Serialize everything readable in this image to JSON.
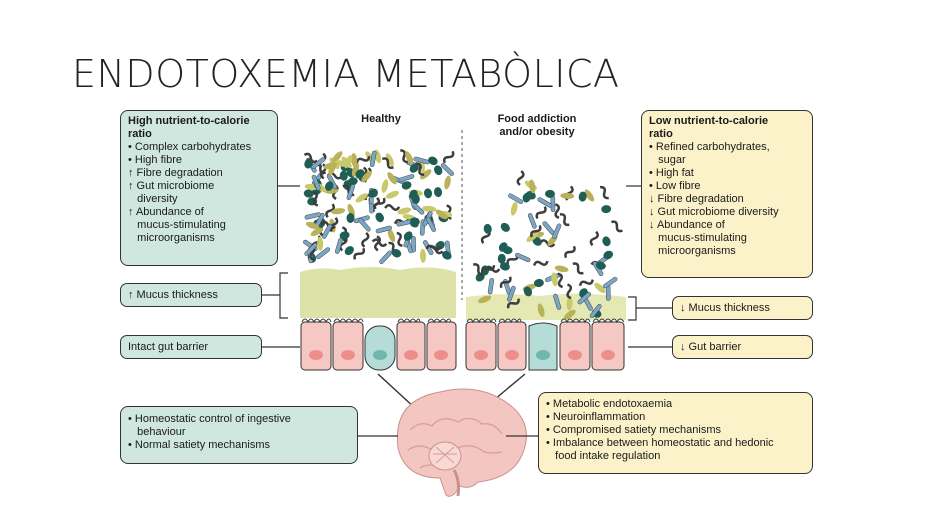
{
  "slide": {
    "title": "ENDOTOXEMIA METABÒLICA"
  },
  "columns": {
    "healthy": "Healthy",
    "obese_line1": "Food addiction",
    "obese_line2": "and/or obesity"
  },
  "left_top_box": {
    "head1": "High nutrient-to-calorie",
    "head2": "ratio",
    "lines": [
      "• Complex carbohydrates",
      "• High fibre",
      "↑ Fibre degradation",
      "↑ Gut microbiome",
      "   diversity",
      "↑ Abundance of",
      "   mucus-stimulating",
      "   microorganisms"
    ]
  },
  "right_top_box": {
    "head1": "Low nutrient-to-calorie",
    "head2": "ratio",
    "lines": [
      "• Refined carbohydrates,",
      "   sugar",
      "• High fat",
      "• Low fibre",
      "↓ Fibre degradation",
      "↓ Gut microbiome diversity",
      "↓ Abundance of",
      "   mucus-stimulating",
      "   microorganisms"
    ]
  },
  "pills": {
    "mucus_up": "↑ Mucus thickness",
    "barrier_intact": "Intact gut barrier",
    "mucus_down": "↓ Mucus thickness",
    "barrier_down": "↓ Gut barrier"
  },
  "left_bottom_box": {
    "lines": [
      "• Homeostatic control of ingestive",
      "   behaviour",
      "• Normal satiety mechanisms"
    ]
  },
  "right_bottom_box": {
    "lines": [
      "• Metabolic endotoxaemia",
      "• Neuroinflammation",
      "• Compromised satiety mechanisms",
      "• Imbalance between homeostatic and hedonic",
      "   food intake regulation"
    ]
  },
  "colors": {
    "green_box": "#cfe7df",
    "yellow_box": "#fbf2c9",
    "cell": "#f6c8c4",
    "goblet": "#b5dcd6",
    "mucus": "#dde3a8",
    "brain": "#f4c6c2"
  }
}
